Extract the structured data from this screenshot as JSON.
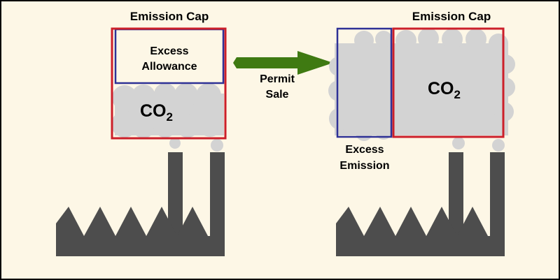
{
  "colors": {
    "background": "#fdf7e6",
    "frame": "#000000",
    "cap_border": "#cc1f2a",
    "allowance_border": "#2e3196",
    "smoke": "#d3d3d3",
    "factory": "#4d4d4d",
    "arrow": "#3f7a12"
  },
  "left": {
    "cap_label": "Emission Cap",
    "allowance_label_line1": "Excess",
    "allowance_label_line2": "Allowance",
    "co2_base": "CO",
    "co2_sub": "2"
  },
  "arrow": {
    "label_line1": "Permit",
    "label_line2": "Sale"
  },
  "right": {
    "cap_label": "Emission Cap",
    "co2_base": "CO",
    "co2_sub": "2",
    "excess_label_line1": "Excess",
    "excess_label_line2": "Emission"
  }
}
